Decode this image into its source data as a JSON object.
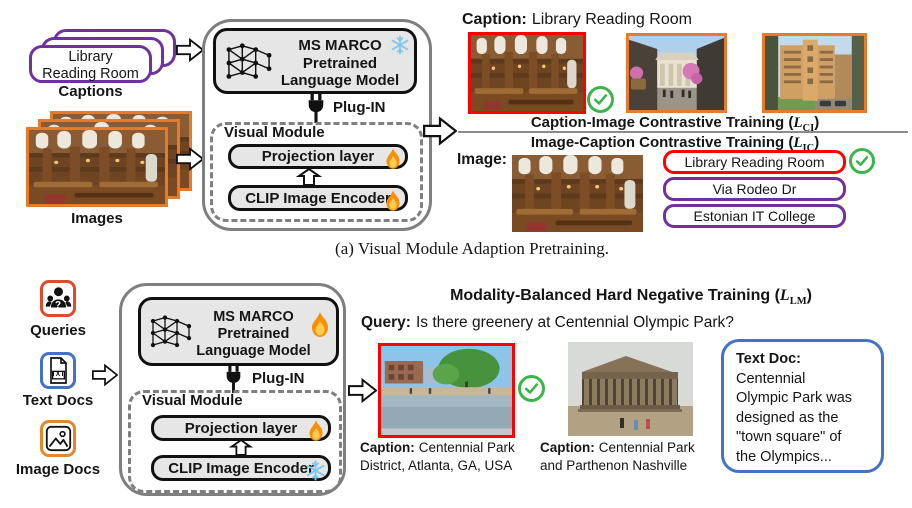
{
  "figure": {
    "module": {
      "lm_lines": [
        "MS MARCO",
        "Pretrained",
        "Language Model"
      ],
      "plug_label": "Plug-IN",
      "visual_label": "Visual Module",
      "projection_label": "Projection layer",
      "clip_label": "CLIP Image Encoder"
    },
    "part_a": {
      "captions_card_lines": [
        "Library",
        "Reading Room"
      ],
      "captions_label": "Captions",
      "images_label": "Images",
      "caption_row": {
        "prefix": "Caption:",
        "text": "Library Reading Room"
      },
      "loss_ci": {
        "pre": "Caption-Image Contrastive Training (",
        "sym": "L",
        "sub": "CI",
        "post": ")"
      },
      "loss_ic": {
        "pre": "Image-Caption Contrastive Training (",
        "sym": "L",
        "sub": "IC",
        "post": ")"
      },
      "image_row_label": "Image:",
      "candidates": [
        "Library Reading Room",
        "Via Rodeo Dr",
        "Estonian IT College"
      ],
      "caption_label": "(a) Visual Module Adaption Pretraining."
    },
    "part_b": {
      "queries_label": "Queries",
      "queries_icon_mark": "?",
      "textdocs_label": "Text Docs",
      "textdocs_icon_mark": "TXT",
      "imagedocs_label": "Image Docs",
      "title": {
        "pre": "Modality-Balanced Hard Negative Training (",
        "sym": "L",
        "sub": "LM",
        "post": ")"
      },
      "query": {
        "prefix": "Query:",
        "text": "Is there greenery at Centennial Olympic Park?"
      },
      "caption_left": {
        "prefix": "Caption:",
        "text": "Centennial Park District, Atlanta, GA, USA"
      },
      "caption_right": {
        "prefix": "Caption:",
        "text": "Centennial Park and Parthenon Nashville"
      },
      "text_doc_title": "Text Doc:",
      "text_doc_lines": [
        "Centennial",
        "Olympic Park was",
        "designed as the",
        "\"town square\" of",
        "the Olympics..."
      ]
    },
    "colors": {
      "caption_purple": "#7030A0",
      "image_orange": "#E87A2C",
      "positive_red": "#FF0000",
      "doc_blue": "#4472C4",
      "check_green": "#3BB54A",
      "box_fill": "#E7E6E6"
    },
    "icons": {
      "frozen": "snowflake-icon",
      "trainable": "flame-icon",
      "plug": "power-plug-icon",
      "flow": "hollow-right-arrow-icon",
      "positive": "green-check-circle-icon"
    }
  }
}
